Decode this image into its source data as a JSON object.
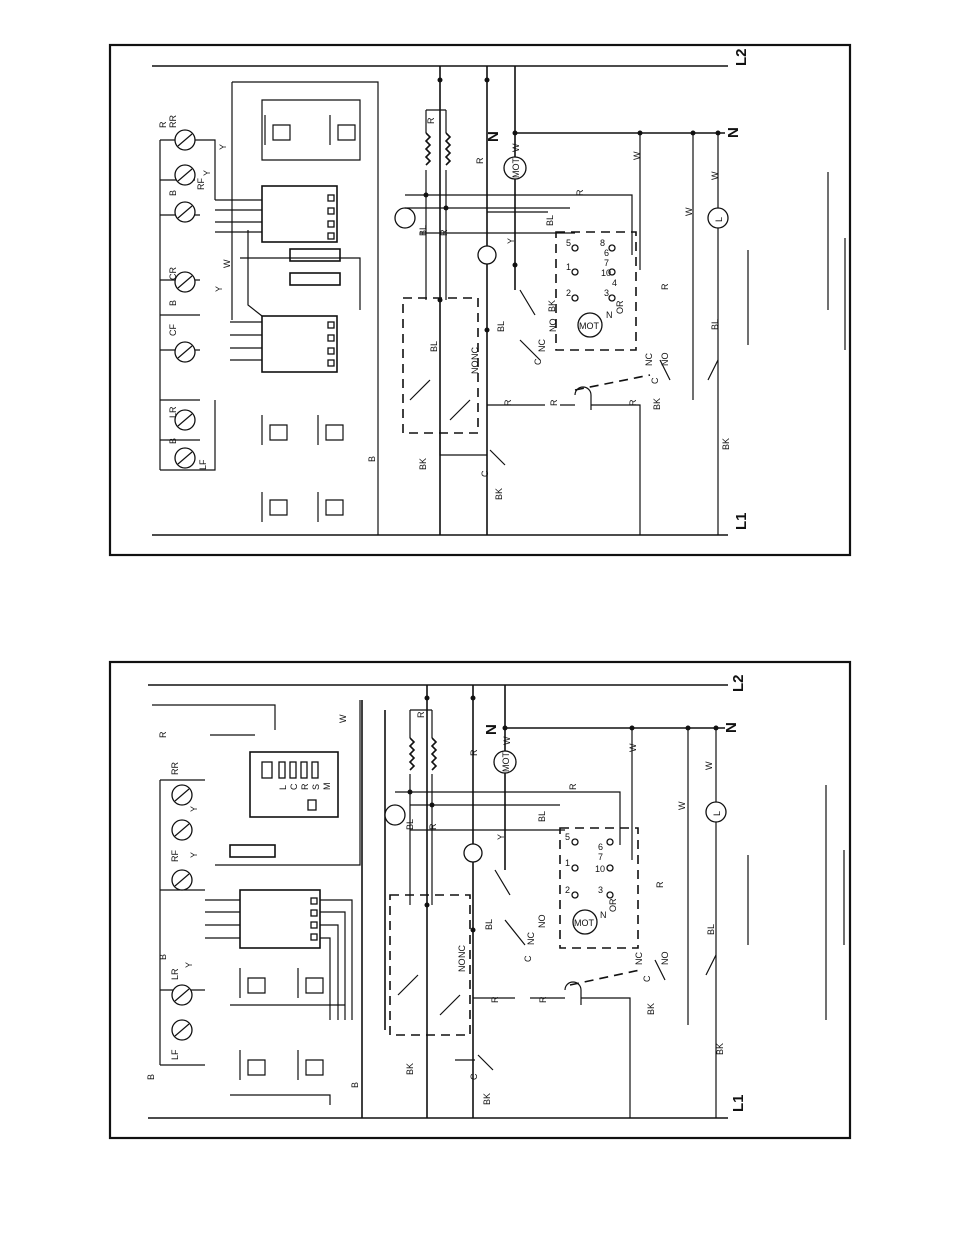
{
  "diagrams": [
    {
      "lines": {
        "top": "L2",
        "bottom": "L1"
      },
      "neutral": "N",
      "wire_labels": [
        "R",
        "R",
        "R",
        "R",
        "R",
        "R",
        "R",
        "R",
        "R",
        "W",
        "W",
        "W",
        "W",
        "W",
        "Y",
        "Y",
        "Y",
        "Y",
        "BL",
        "BL",
        "BL",
        "BL",
        "BL",
        "BK",
        "BK",
        "BK",
        "BK",
        "BK",
        "B",
        "B",
        "B",
        "OR"
      ],
      "element_labels": [
        "RR",
        "RF",
        "CR",
        "CF",
        "LR",
        "LF",
        "B",
        "B",
        "B"
      ],
      "component_labels": [
        "MOT",
        "MOT",
        "L"
      ],
      "switch_labels": [
        "NO",
        "NC",
        "C",
        "NO",
        "NC",
        "C",
        "NO",
        "NC",
        "C"
      ],
      "terminal_labels": [
        "5",
        "8",
        "6",
        "7",
        "10",
        "1",
        "2",
        "3",
        "4",
        "N"
      ]
    },
    {
      "lines": {
        "top": "L2",
        "bottom": "L1"
      },
      "neutral": "N",
      "wire_labels": [
        "R",
        "R",
        "R",
        "R",
        "R",
        "R",
        "R",
        "R",
        "W",
        "W",
        "W",
        "W",
        "W",
        "Y",
        "Y",
        "Y",
        "Y",
        "BL",
        "BL",
        "BL",
        "BL",
        "BK",
        "BK",
        "BK",
        "BK",
        "B",
        "B",
        "B",
        "OR"
      ],
      "element_labels": [
        "RR",
        "RF",
        "LR",
        "LF"
      ],
      "component_labels": [
        "MOT",
        "MOT",
        "L"
      ],
      "switch_labels": [
        "NO",
        "NC",
        "C",
        "NO",
        "NC",
        "C",
        "NO",
        "NC",
        "C"
      ],
      "terminal_labels": [
        "5",
        "6",
        "7",
        "10",
        "1",
        "2",
        "3",
        "N"
      ],
      "control_labels": [
        "L",
        "C",
        "R",
        "S",
        "M"
      ]
    }
  ]
}
